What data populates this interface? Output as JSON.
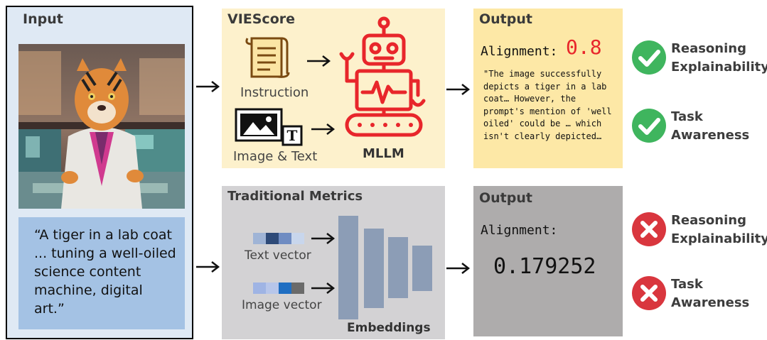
{
  "input": {
    "title": "Input",
    "prompt": "“A tiger in a lab coat ... tuning a well-oiled science content machine, digital art.”"
  },
  "viescore": {
    "title": "VIEScore",
    "instruction_label": "Instruction",
    "image_text_label": "Image & Text",
    "mllm_label": "MLLM"
  },
  "traditional": {
    "title": "Traditional Metrics",
    "text_vector_label": "Text vector",
    "image_vector_label": "Image vector",
    "embeddings_label": "Embeddings"
  },
  "output_vie": {
    "title": "Output",
    "alignment_label": "Alignment:",
    "alignment_value": "0.8",
    "reasoning_text": "\"The image successfully depicts a tiger in a lab coat… However, the prompt's mention of 'well oiled' could be … which isn't clearly depicted…"
  },
  "output_trad": {
    "title": "Output",
    "alignment_label": "Alignment:",
    "alignment_value": "0.179252"
  },
  "criteria_vie": [
    {
      "line1": "Reasoning",
      "line2": "Explainability",
      "status": "pass"
    },
    {
      "line1": "Task",
      "line2": "Awareness",
      "status": "pass"
    }
  ],
  "criteria_trad": [
    {
      "line1": "Reasoning",
      "line2": "Explainability",
      "status": "fail"
    },
    {
      "line1": "Task",
      "line2": "Awareness",
      "status": "fail"
    }
  ],
  "colors": {
    "robot": "#e8262b",
    "pass": "#3fb55e",
    "fail": "#d9363e",
    "score_red": "#e8262b"
  }
}
